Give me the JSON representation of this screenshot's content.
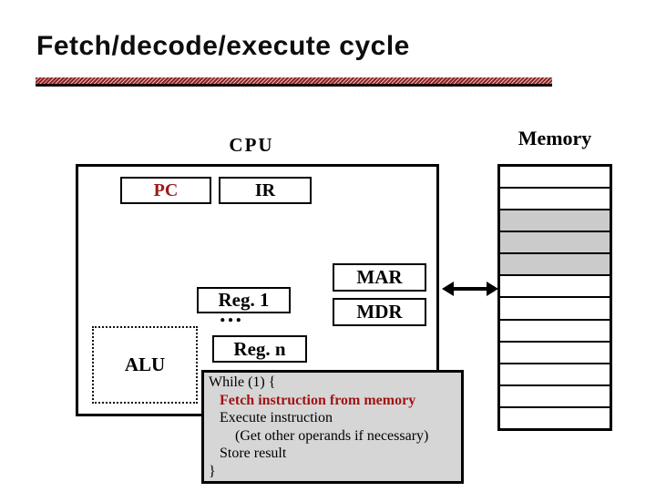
{
  "title": "Fetch/decode/execute cycle",
  "cpu": {
    "label": "CPU",
    "pc_label": "PC",
    "ir_label": "IR",
    "reg1_label": "Reg. 1",
    "ellipsis": "…",
    "regn_label": "Reg. n",
    "alu_label": "ALU",
    "mar_label": "MAR",
    "mdr_label": "MDR"
  },
  "memory": {
    "label": "Memory",
    "rows": [
      {
        "shaded": false
      },
      {
        "shaded": false
      },
      {
        "shaded": true
      },
      {
        "shaded": true
      },
      {
        "shaded": true
      },
      {
        "shaded": false
      },
      {
        "shaded": false
      },
      {
        "shaded": false
      },
      {
        "shaded": false
      },
      {
        "shaded": false
      },
      {
        "shaded": false
      },
      {
        "shaded": false
      }
    ]
  },
  "code": {
    "lines": [
      {
        "text": "While (1) {",
        "emphasis": false,
        "indent": 0
      },
      {
        "text": "Fetch instruction from memory",
        "emphasis": true,
        "indent": 1
      },
      {
        "text": "Execute instruction",
        "emphasis": false,
        "indent": 1
      },
      {
        "text": "(Get other operands if necessary)",
        "emphasis": false,
        "indent": 2
      },
      {
        "text": "Store result",
        "emphasis": false,
        "indent": 1
      },
      {
        "text": "}",
        "emphasis": false,
        "indent": 0
      }
    ]
  },
  "colors": {
    "accent_red": "#9b1b1b",
    "code_red": "#a01414",
    "code_bg": "#d6d6d6",
    "mem_shade": "#cbcbcb",
    "rule_red": "#8e2424",
    "rule_light": "#e3bcbc"
  }
}
